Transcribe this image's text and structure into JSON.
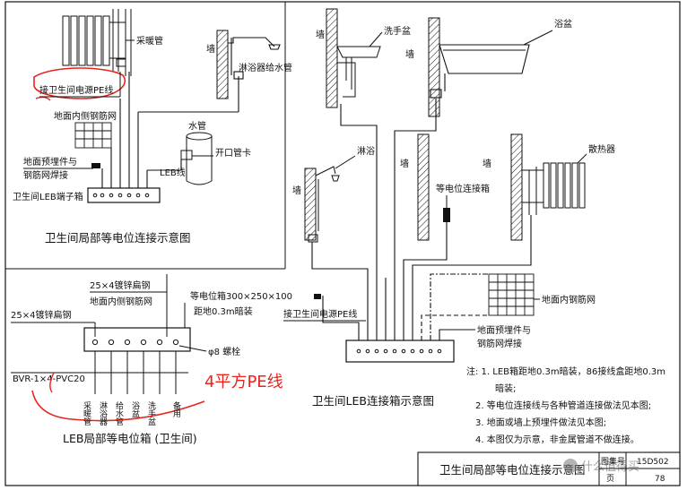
{
  "panel_a": {
    "heating_pipe": "采暖管",
    "power_pe_annotation": "接卫生间电源PE线",
    "rebar_mesh_inner": "地面内侧钢筋网",
    "embed_weld": [
      "地面预埋件与",
      "钢筋网焊接"
    ],
    "leb_wire": "LEB线",
    "terminal_box": "卫生间LEB端子箱",
    "water_pipe": "水管",
    "split_clamp": "开口管卡",
    "wall": "墙",
    "shower_water_pipe": "淋浴器给水管",
    "caption": "卫生间局部等电位连接示意图"
  },
  "panel_b": {
    "washbasin": "洗手盆",
    "bathtub": "浴盆",
    "shower": "淋浴",
    "wall": "墙",
    "equip_box": "等电位连接箱",
    "radiator": "散热器",
    "rebar_mesh": "地面内钢筋网",
    "power_pe": "接卫生间电源PE线",
    "embed_weld": [
      "地面预埋件与",
      "钢筋网焊接"
    ],
    "caption": "卫生间LEB连接箱示意图"
  },
  "panel_c": {
    "flat_steel_top": "25×4镀锌扁钢",
    "mesh_inner": "地面内侧钢筋网",
    "flat_steel_left": "25×4镀锌扁钢",
    "box_spec": "等电位箱300×250×100",
    "install": "距地0.3m暗装",
    "bolt": "φ8 螺栓",
    "bvr": "BVR-1×4-PVC20",
    "handwritten": "4平方PE线",
    "col_labels": [
      "采暖管",
      "淋浴器",
      "给水管",
      "浴盆",
      "洗手盆",
      "备用"
    ],
    "caption": "LEB局部等电位箱 (卫生间)"
  },
  "notes": {
    "lines": [
      "注: 1. LEB箱距地0.3m暗装，86接线盒距地0.3m",
      "暗装;",
      "2. 等电位连接线与各种管道连接做法见本图;",
      "3. 地面或墙上预埋件做法见本图;",
      "4. 本图仅为示意，非金属管道不做连接。"
    ]
  },
  "title_block": {
    "title": "卫生间局部等电位连接示意图",
    "atlas_label": "图集号",
    "atlas_no": "15D502",
    "page_label": "页",
    "page_no": "78",
    "watermark": "什么值得买"
  },
  "colors": {
    "ink": "#111111",
    "annotation_red": "#e8241d",
    "paper": "#ffffff"
  }
}
